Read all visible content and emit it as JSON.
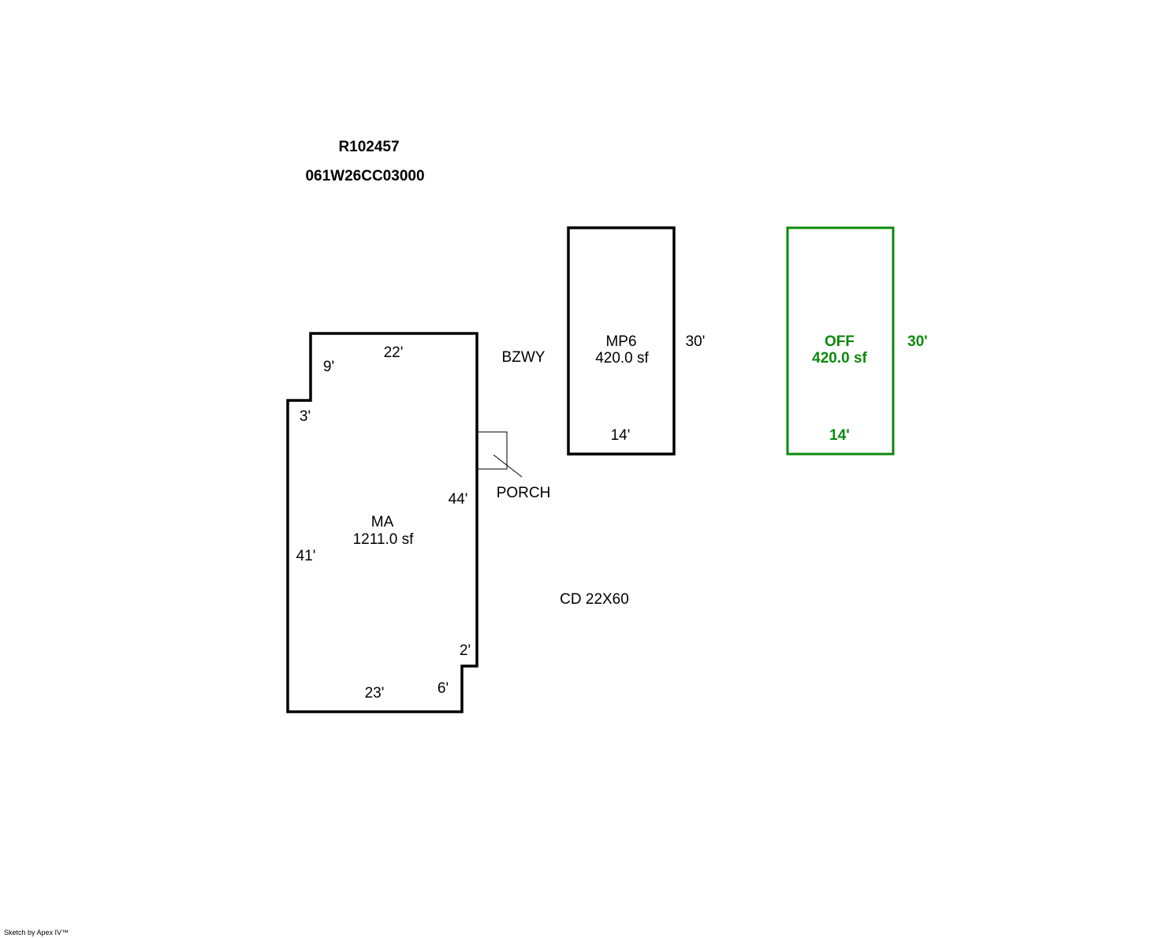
{
  "header": {
    "account": "R102457",
    "parcel": "061W26CC03000"
  },
  "colors": {
    "outline": "#000000",
    "off_area": "#0b8a0b"
  },
  "areas": {
    "main": {
      "code": "MA",
      "area": "1211.0 sf",
      "dims": {
        "top": "22'",
        "left_upper": "9'",
        "step": "3'",
        "left": "41'",
        "right": "44'",
        "bottom_step": "2'",
        "bottom_right": "6'",
        "bottom": "23'"
      }
    },
    "porch": {
      "label": "PORCH"
    },
    "breezeway": {
      "label": "BZWY"
    },
    "mp6": {
      "code": "MP6",
      "area": "420.0 sf",
      "side": "30'",
      "bottom": "14'"
    },
    "off": {
      "code": "OFF",
      "area": "420.0 sf",
      "side": "30'",
      "bottom": "14'"
    },
    "deck": {
      "label": "CD 22X60"
    }
  },
  "footer": {
    "credit": "Sketch by Apex IV™"
  }
}
